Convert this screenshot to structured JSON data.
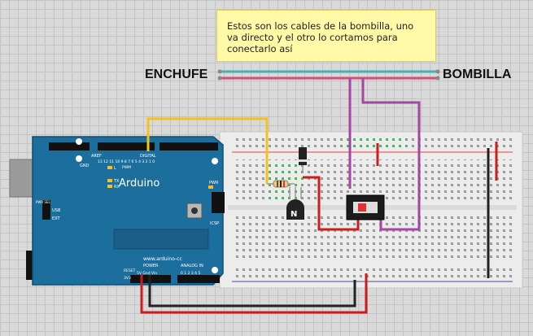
{
  "note": {
    "text": "Estos son los cables de la bombilla, uno va directo y el otro lo cortamos para conectarlo así"
  },
  "labels": {
    "left": "ENCHUFE",
    "right": "BOMBILLA"
  },
  "arduino": {
    "name": "Arduino",
    "url": "www.arduino-cc",
    "digital_label": "DIGITAL",
    "aref_label": "AREF",
    "gnd_label": "GND",
    "digital_pins": "13 12 11 10 9 8   7 6 5 4 3 2 1 0",
    "pwm_label": "PWM",
    "tx_label": "TX",
    "rx_label": "RX",
    "l_label": "L",
    "usb_label": "USB",
    "ext_label": "EXT",
    "pwr_sel_label": "PWR SEL",
    "pwr_label": "PWR",
    "icsp_label": "ICSP",
    "reset_label": "RESET",
    "v33_label": "3V3",
    "power_label": "POWER",
    "power_pins": "5V Gnd Vin",
    "analog_label": "ANALOG IN",
    "analog_pins": "0 1 2 3 4 5"
  },
  "components": {
    "transistor_letter": "N"
  },
  "colors": {
    "board": "#1c6f9c",
    "yellow_wire": "#f2c21e",
    "red_wire": "#c81e1e",
    "black_wire": "#222222",
    "purple_wire": "#a347a3",
    "teal_wire": "#3fb3b1",
    "pink_wire": "#cf4f7d",
    "note_bg": "#fff9a8"
  }
}
